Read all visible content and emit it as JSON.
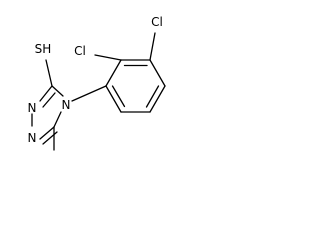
{
  "molecule": {
    "atoms": {
      "cl_top": "Cl",
      "cl_left": "Cl",
      "thiol": "SH",
      "n4": "N",
      "n1": "N",
      "n2": "N"
    }
  }
}
